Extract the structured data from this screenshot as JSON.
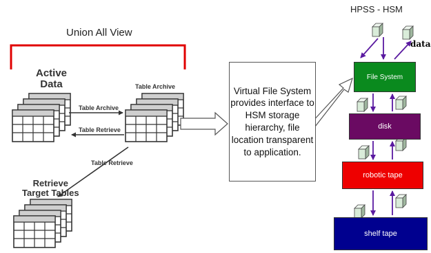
{
  "left_panel": {
    "union_title": "Union All View",
    "active_data_label": "Active\nData",
    "table_archive_label": "Table Archive",
    "arrow_table_archive": "Table Archive",
    "arrow_table_retrieve": "Table Retrieve",
    "arrow_table_retrieve_2": "Table Retrieve",
    "retrieve_target_label": "Retrieve\nTarget Tables",
    "bracket_color": "#e00000"
  },
  "middle_panel": {
    "vfs_text": "Virtual File System\nprovides interface to\nHSM storage\nhierarchy, file\nlocation transparent\nto application."
  },
  "right_panel": {
    "title": "HPSS - HSM",
    "data_label": "data",
    "tiers": [
      {
        "label": "File System",
        "color": "#0a8a1e"
      },
      {
        "label": "disk",
        "color": "#6a0a62"
      },
      {
        "label": "robotic tape",
        "color": "#ee0000"
      },
      {
        "label": "shelf tape",
        "color": "#00008f"
      }
    ],
    "arrow_color": "#5a1aa0"
  }
}
